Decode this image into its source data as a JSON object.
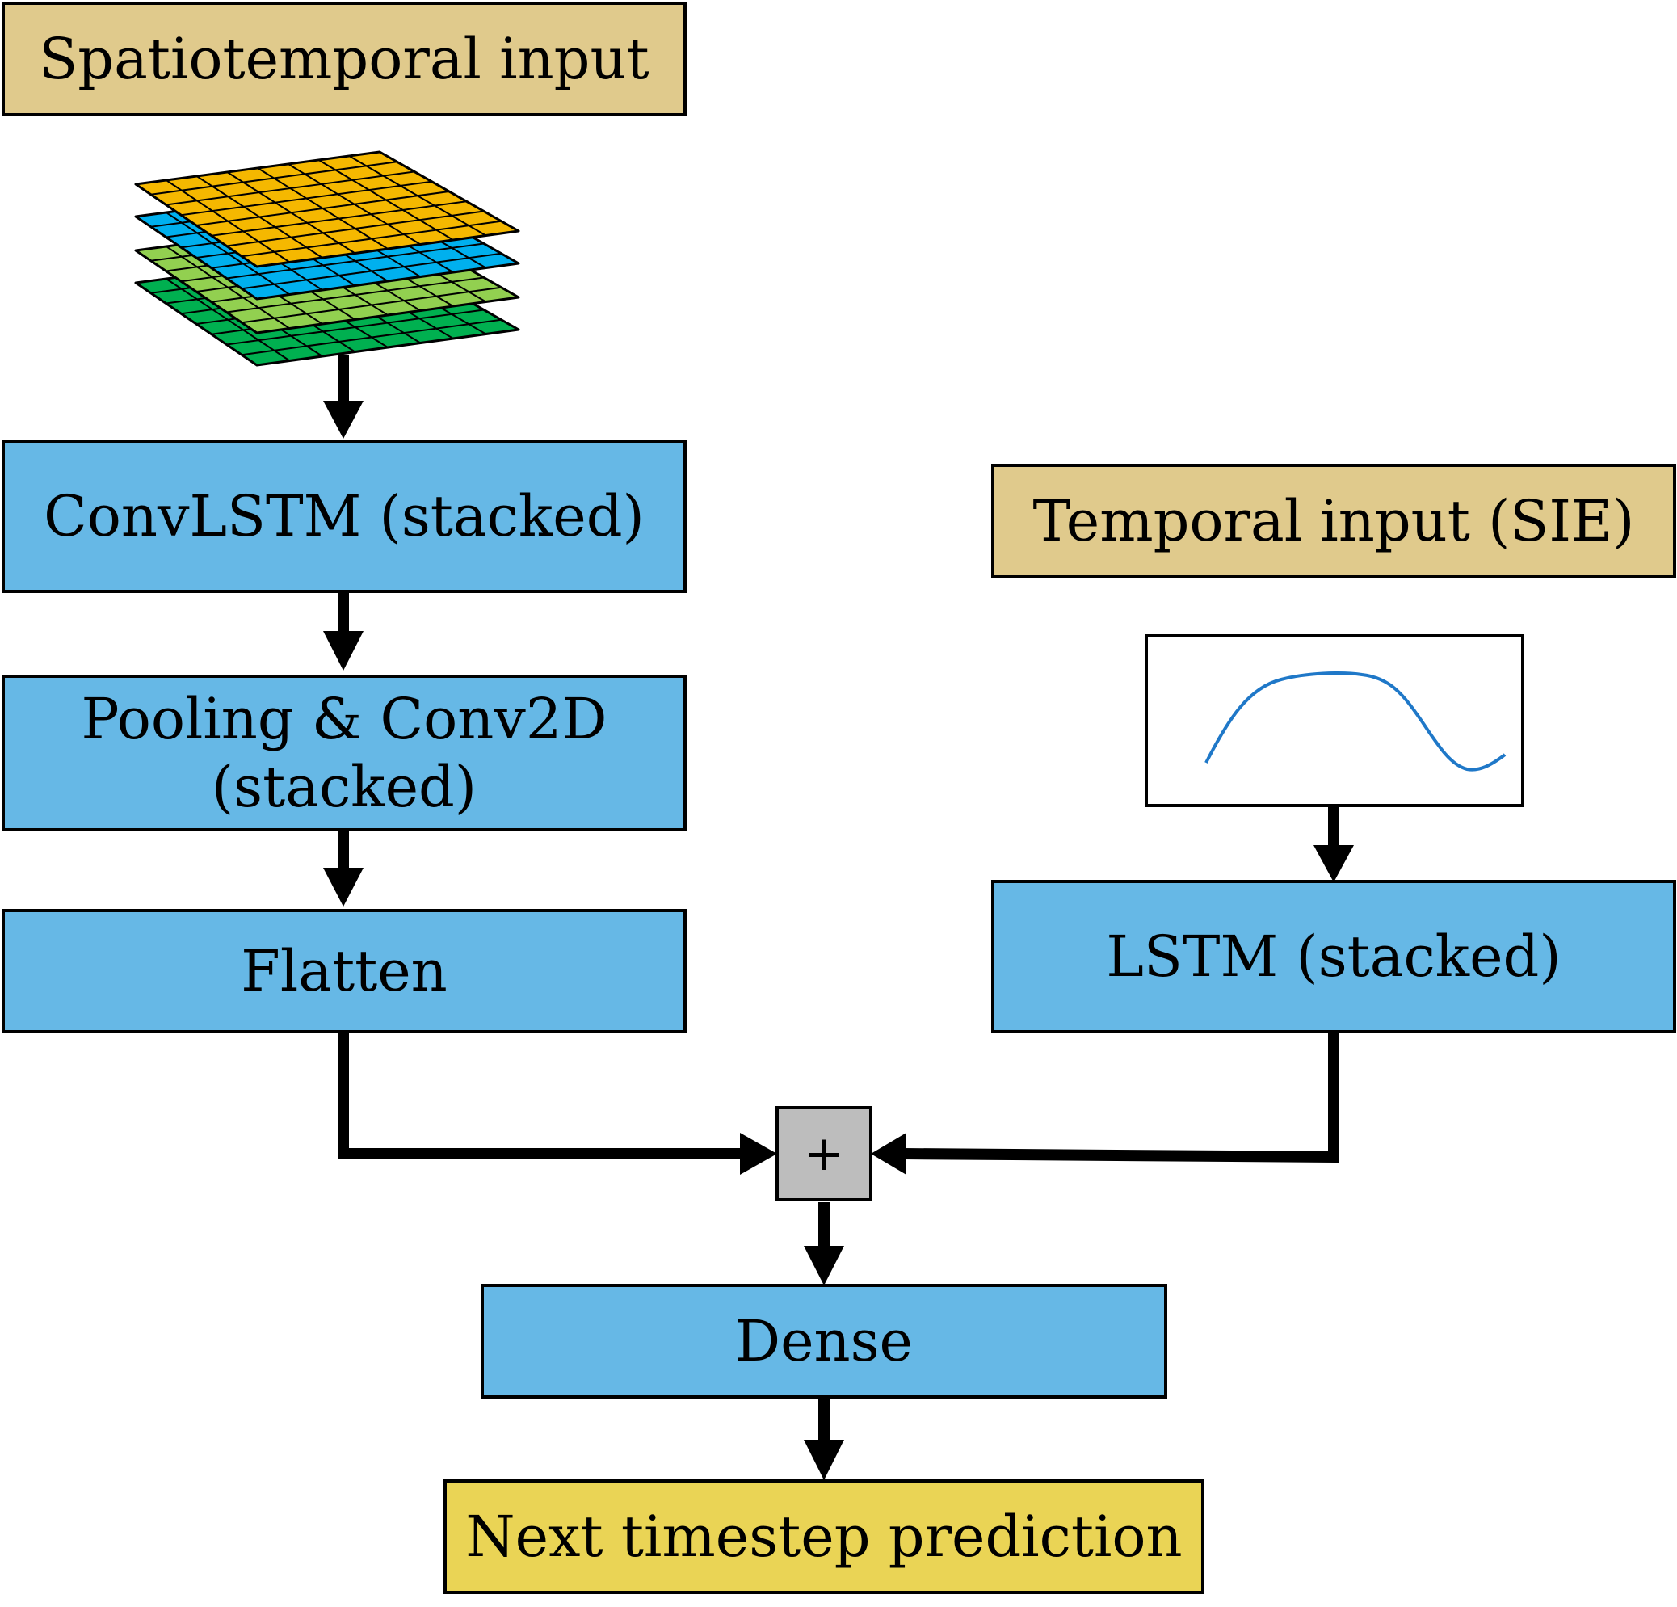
{
  "nodes": {
    "spatiotemporal_input": "Spatiotemporal input",
    "convlstm": "ConvLSTM (stacked)",
    "pooling_line1": "Pooling & Conv2D",
    "pooling_line2": "(stacked)",
    "flatten": "Flatten",
    "temporal_input": "Temporal input (SIE)",
    "lstm": "LSTM (stacked)",
    "combine_symbol": "+",
    "dense": "Dense",
    "prediction": "Next timestep prediction"
  },
  "colors": {
    "input_box": "#e0ca8c",
    "layer_box": "#66b8e6",
    "output_box": "#ead455",
    "combine_box": "#bdbdbd",
    "grid_layer_1": "#f5b800",
    "grid_layer_2": "#00b0ee",
    "grid_layer_3": "#92d050",
    "grid_layer_4": "#00b050",
    "sie_curve": "#1f78c8"
  }
}
